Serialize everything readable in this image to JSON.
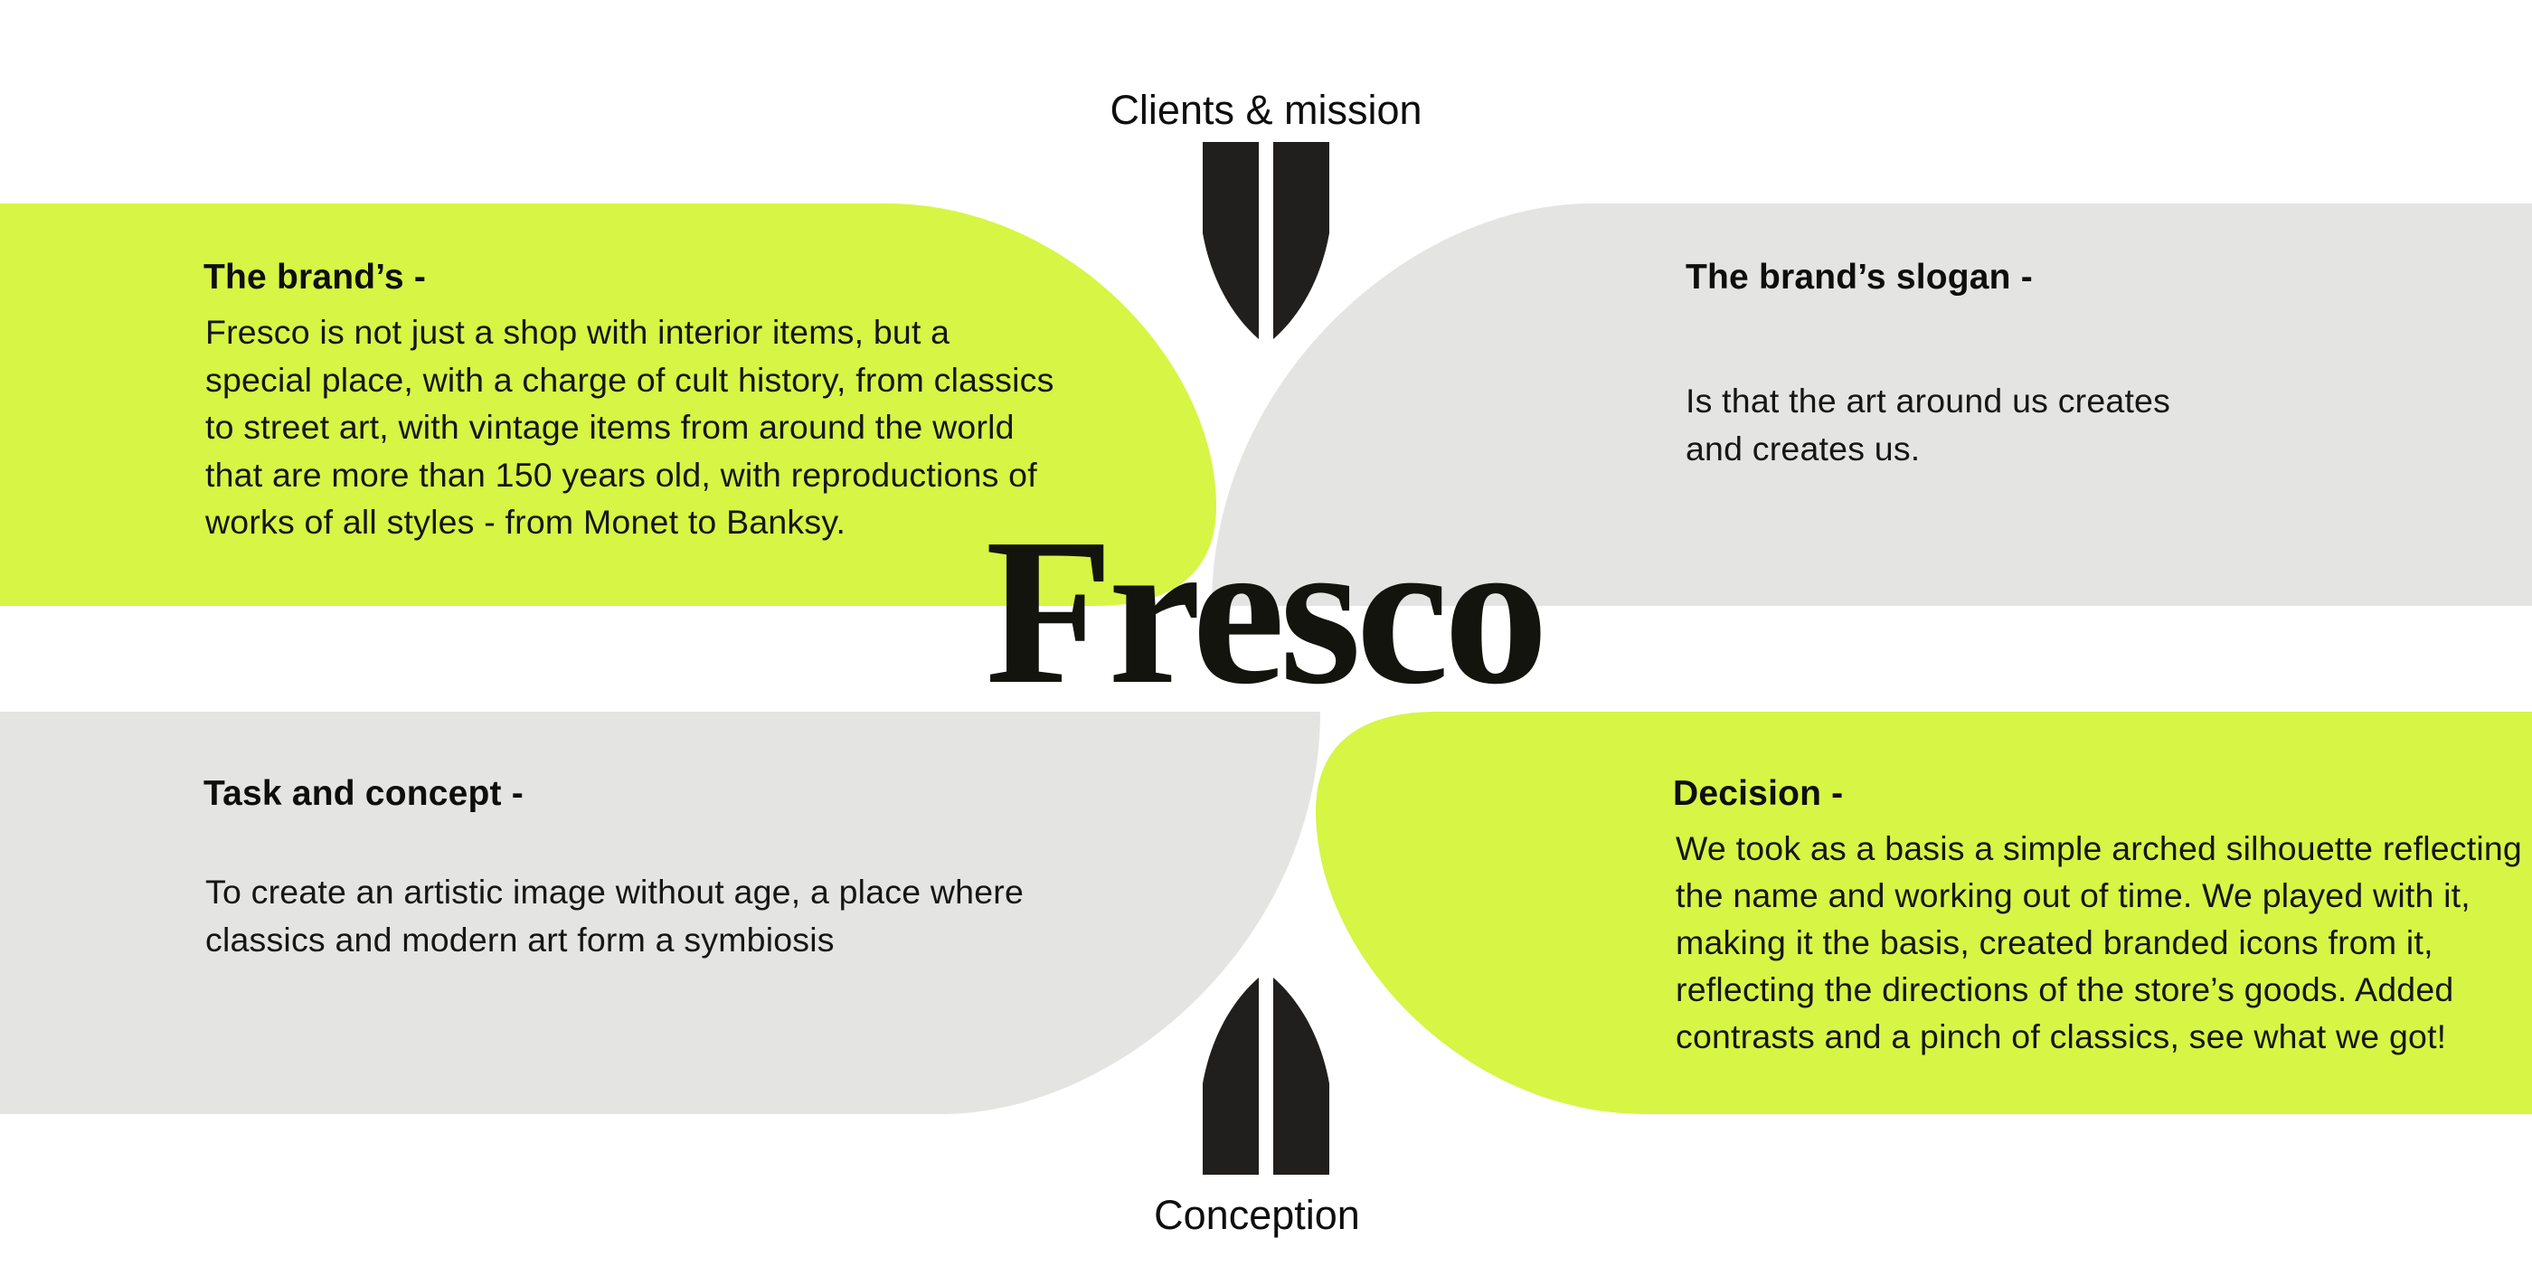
{
  "page": {
    "background": "#ffffff",
    "colors": {
      "lime": "#d7f544",
      "gray": "#e4e4e2",
      "icon_black": "#201f1d",
      "text": "#141414"
    }
  },
  "logo": {
    "wordmark": "Fresco"
  },
  "labels": {
    "top": "Clients & mission",
    "bottom": "Conception"
  },
  "sections": {
    "brand": {
      "heading": "The brand’s  -",
      "body": "Fresco is not just a shop with interior items, but a\nspecial place, with a charge of cult history, from classics\nto street art, with vintage items from around the world\nthat are more than 150 years old, with reproductions of\nworks of all styles - from Monet to Banksy."
    },
    "slogan": {
      "heading": "The brand’s slogan -",
      "body": "Is that the art around us creates\nand creates us."
    },
    "task": {
      "heading": "Task and concept -",
      "body": "To create an artistic image without age, a place where\nclassics and modern art form a symbiosis"
    },
    "decision": {
      "heading": "Decision -",
      "body": "We took as a basis a simple arched silhouette reflecting\nthe name and working out of time. We played with it,\nmaking it the basis, created branded icons from it,\nreflecting the directions of the store’s goods. Added\ncontrasts and a pinch of classics, see what we got!"
    }
  }
}
